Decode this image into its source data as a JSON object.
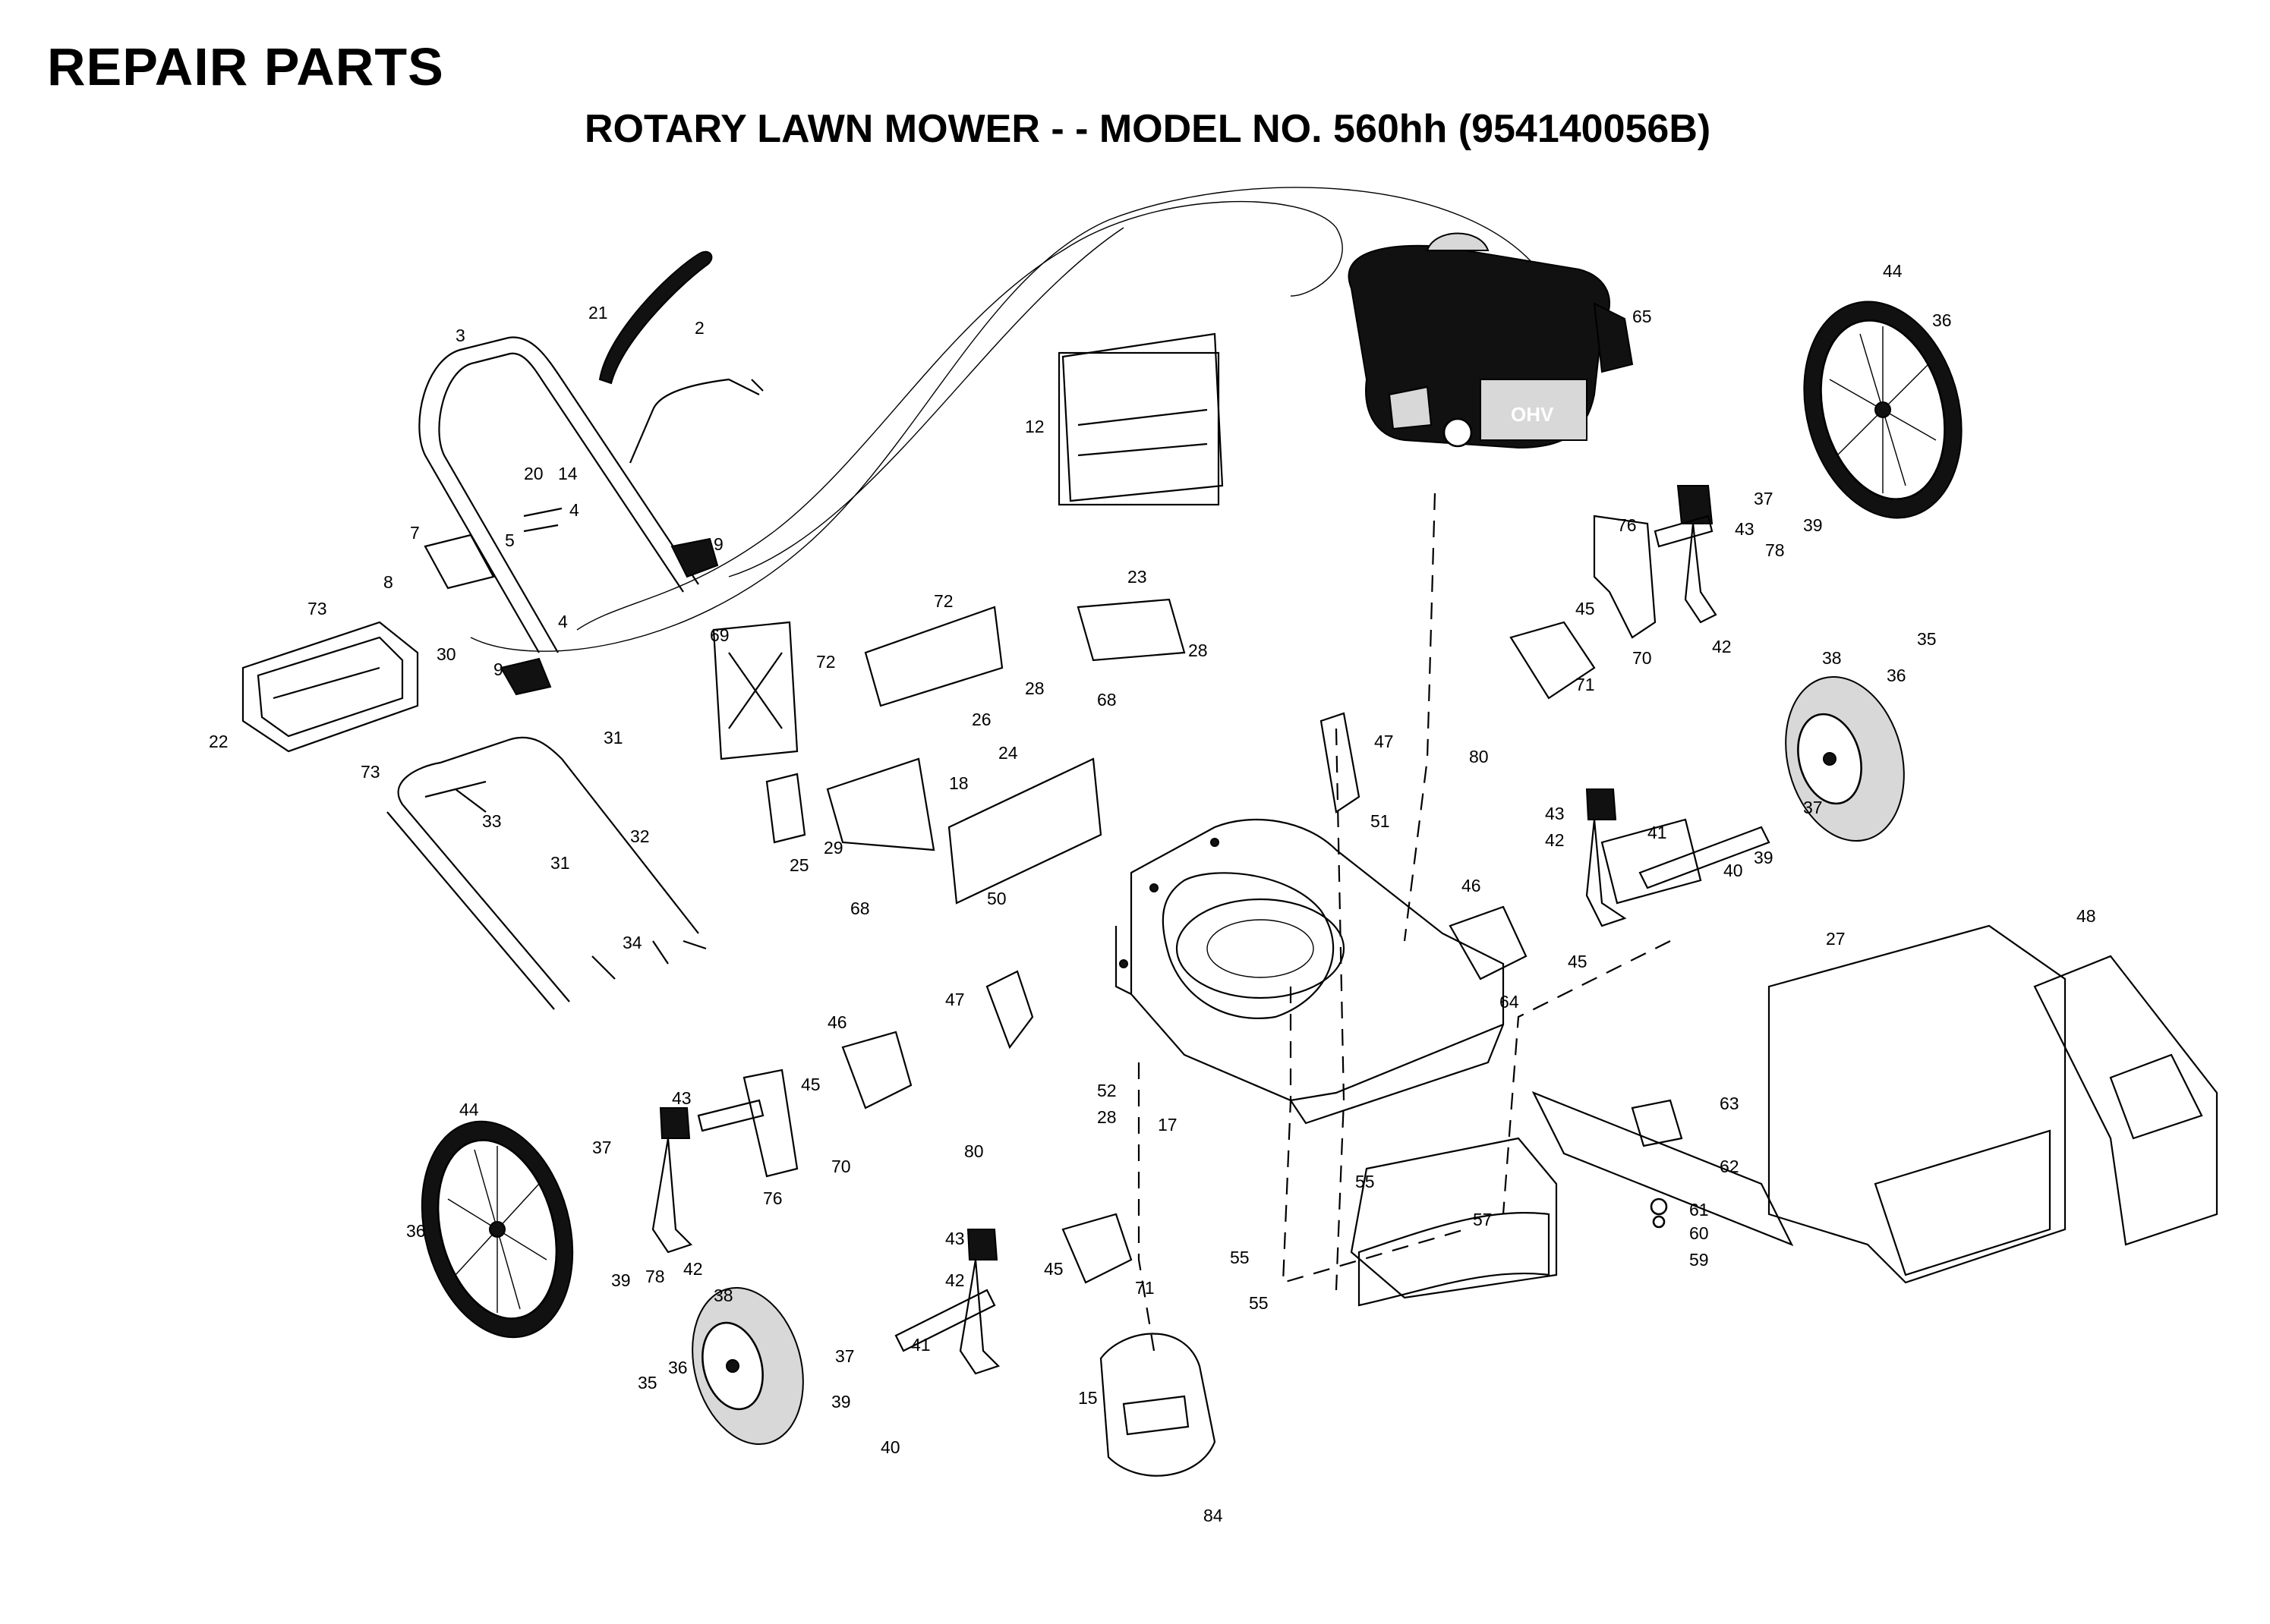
{
  "header": {
    "title": "REPAIR PARTS",
    "subtitle": "ROTARY LAWN MOWER - - MODEL NO. 560hh (954140056B)"
  },
  "callouts": [
    {
      "id": "c21",
      "label": "21"
    },
    {
      "id": "c2",
      "label": "2"
    },
    {
      "id": "c3",
      "label": "3"
    },
    {
      "id": "c20",
      "label": "20"
    },
    {
      "id": "c14",
      "label": "14"
    },
    {
      "id": "c4a",
      "label": "4"
    },
    {
      "id": "c5",
      "label": "5"
    },
    {
      "id": "c9a",
      "label": "9"
    },
    {
      "id": "c7",
      "label": "7"
    },
    {
      "id": "c8",
      "label": "8"
    },
    {
      "id": "c4b",
      "label": "4"
    },
    {
      "id": "c30",
      "label": "30"
    },
    {
      "id": "c9b",
      "label": "9"
    },
    {
      "id": "c73a",
      "label": "73"
    },
    {
      "id": "c22",
      "label": "22"
    },
    {
      "id": "c73b",
      "label": "73"
    },
    {
      "id": "c31a",
      "label": "31"
    },
    {
      "id": "c33",
      "label": "33"
    },
    {
      "id": "c32",
      "label": "32"
    },
    {
      "id": "c31b",
      "label": "31"
    },
    {
      "id": "c34",
      "label": "34"
    },
    {
      "id": "c12",
      "label": "12"
    },
    {
      "id": "c65",
      "label": "65"
    },
    {
      "id": "c44a",
      "label": "44"
    },
    {
      "id": "c36a",
      "label": "36"
    },
    {
      "id": "c37a",
      "label": "37"
    },
    {
      "id": "c76a",
      "label": "76"
    },
    {
      "id": "c43a",
      "label": "43"
    },
    {
      "id": "c39a",
      "label": "39"
    },
    {
      "id": "c78a",
      "label": "78"
    },
    {
      "id": "c45a",
      "label": "45"
    },
    {
      "id": "c70a",
      "label": "70"
    },
    {
      "id": "c42a",
      "label": "42"
    },
    {
      "id": "c71a",
      "label": "71"
    },
    {
      "id": "c23",
      "label": "23"
    },
    {
      "id": "c72a",
      "label": "72"
    },
    {
      "id": "c69",
      "label": "69"
    },
    {
      "id": "c72b",
      "label": "72"
    },
    {
      "id": "c28a",
      "label": "28"
    },
    {
      "id": "c28b",
      "label": "28"
    },
    {
      "id": "c26",
      "label": "26"
    },
    {
      "id": "c68a",
      "label": "68"
    },
    {
      "id": "c24",
      "label": "24"
    },
    {
      "id": "c18",
      "label": "18"
    },
    {
      "id": "c29",
      "label": "29"
    },
    {
      "id": "c25",
      "label": "25"
    },
    {
      "id": "c68b",
      "label": "68"
    },
    {
      "id": "c47a",
      "label": "47"
    },
    {
      "id": "c80a",
      "label": "80"
    },
    {
      "id": "c51",
      "label": "51"
    },
    {
      "id": "c38a",
      "label": "38"
    },
    {
      "id": "c36b",
      "label": "36"
    },
    {
      "id": "c35a",
      "label": "35"
    },
    {
      "id": "c37b",
      "label": "37"
    },
    {
      "id": "c43b",
      "label": "43"
    },
    {
      "id": "c42b",
      "label": "42"
    },
    {
      "id": "c41a",
      "label": "41"
    },
    {
      "id": "c39b",
      "label": "39"
    },
    {
      "id": "c40a",
      "label": "40"
    },
    {
      "id": "c46a",
      "label": "46"
    },
    {
      "id": "c45b",
      "label": "45"
    },
    {
      "id": "c27",
      "label": "27"
    },
    {
      "id": "c48",
      "label": "48"
    },
    {
      "id": "c64",
      "label": "64"
    },
    {
      "id": "c50",
      "label": "50"
    },
    {
      "id": "c47b",
      "label": "47"
    },
    {
      "id": "c46b",
      "label": "46"
    },
    {
      "id": "c45c",
      "label": "45"
    },
    {
      "id": "c70b",
      "label": "70"
    },
    {
      "id": "c76b",
      "label": "76"
    },
    {
      "id": "c43c",
      "label": "43"
    },
    {
      "id": "c44b",
      "label": "44"
    },
    {
      "id": "c37c",
      "label": "37"
    },
    {
      "id": "c36c",
      "label": "36"
    },
    {
      "id": "c39c",
      "label": "39"
    },
    {
      "id": "c78b",
      "label": "78"
    },
    {
      "id": "c42c",
      "label": "42"
    },
    {
      "id": "c52",
      "label": "52"
    },
    {
      "id": "c28c",
      "label": "28"
    },
    {
      "id": "c17",
      "label": "17"
    },
    {
      "id": "c80b",
      "label": "80"
    },
    {
      "id": "c63",
      "label": "63"
    },
    {
      "id": "c62",
      "label": "62"
    },
    {
      "id": "c61",
      "label": "61"
    },
    {
      "id": "c60",
      "label": "60"
    },
    {
      "id": "c59",
      "label": "59"
    },
    {
      "id": "c55a",
      "label": "55"
    },
    {
      "id": "c55b",
      "label": "55"
    },
    {
      "id": "c55c",
      "label": "55"
    },
    {
      "id": "c57",
      "label": "57"
    },
    {
      "id": "c43d",
      "label": "43"
    },
    {
      "id": "c42d",
      "label": "42"
    },
    {
      "id": "c45d",
      "label": "45"
    },
    {
      "id": "c71b",
      "label": "71"
    },
    {
      "id": "c38b",
      "label": "38"
    },
    {
      "id": "c37d",
      "label": "37"
    },
    {
      "id": "c41b",
      "label": "41"
    },
    {
      "id": "c35b",
      "label": "35"
    },
    {
      "id": "c36d",
      "label": "36"
    },
    {
      "id": "c39d",
      "label": "39"
    },
    {
      "id": "c40b",
      "label": "40"
    },
    {
      "id": "c15",
      "label": "15"
    },
    {
      "id": "c84",
      "label": "84"
    }
  ]
}
